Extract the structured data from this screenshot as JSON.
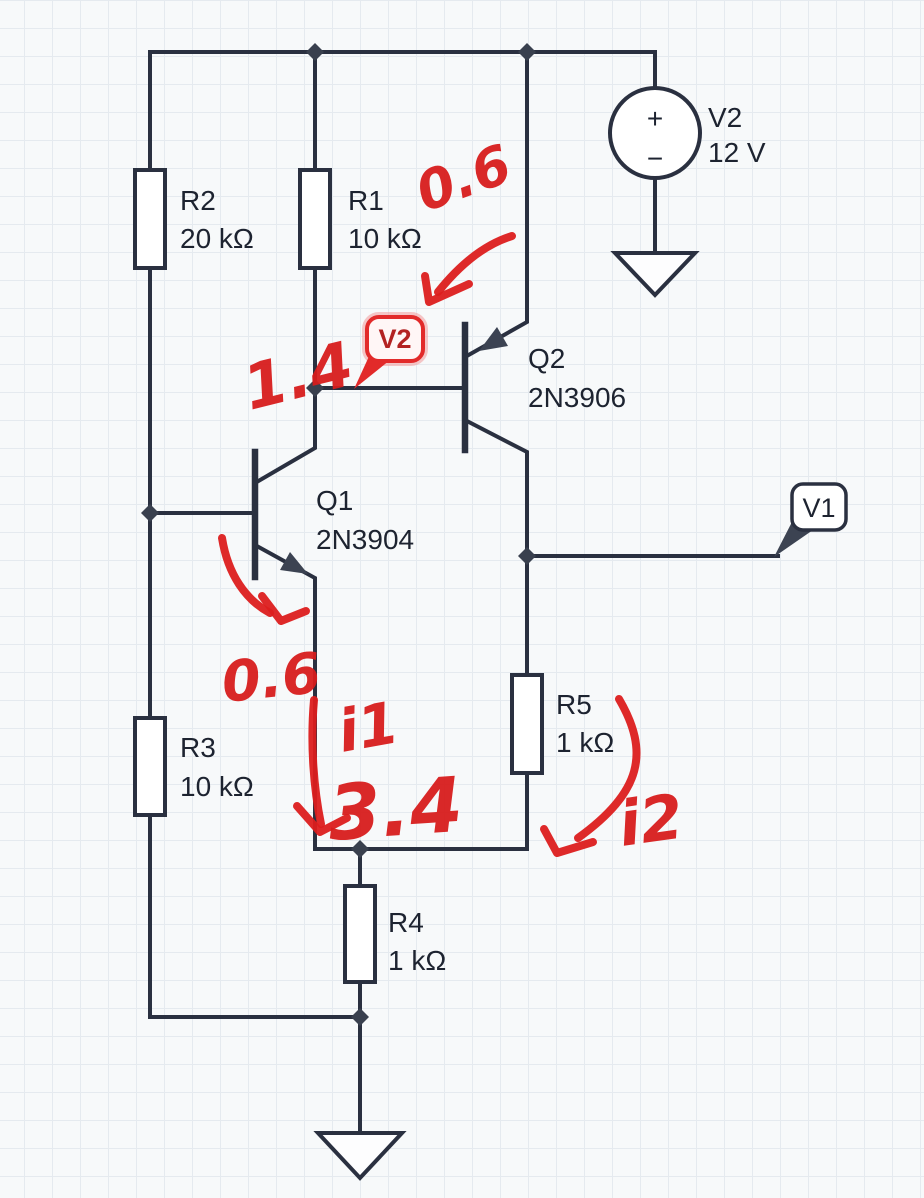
{
  "canvas": {
    "background": "#f7f9fa",
    "grid_color": "#e5eaef",
    "wire_color": "#2a3040",
    "ink_color": "#dc1d1d"
  },
  "components": {
    "r1": {
      "name": "R1",
      "value": "10 kΩ"
    },
    "r2": {
      "name": "R2",
      "value": "20 kΩ"
    },
    "r3": {
      "name": "R3",
      "value": "10 kΩ"
    },
    "r4": {
      "name": "R4",
      "value": "1 kΩ"
    },
    "r5": {
      "name": "R5",
      "value": "1 kΩ"
    },
    "q1": {
      "name": "Q1",
      "part": "2N3904"
    },
    "q2": {
      "name": "Q2",
      "part": "2N3906"
    },
    "v2_source": {
      "name": "V2",
      "value": "12 V",
      "plus": "+",
      "minus": "−"
    }
  },
  "labels": {
    "v1_probe": "V1",
    "v2_probe": "V2"
  },
  "annotations": {
    "top_value": "0.6",
    "base_node_voltage": "1.4",
    "emitter_drop": "0.6",
    "current_1": "i1",
    "node_voltage": "3.4",
    "current_2": "i2"
  }
}
